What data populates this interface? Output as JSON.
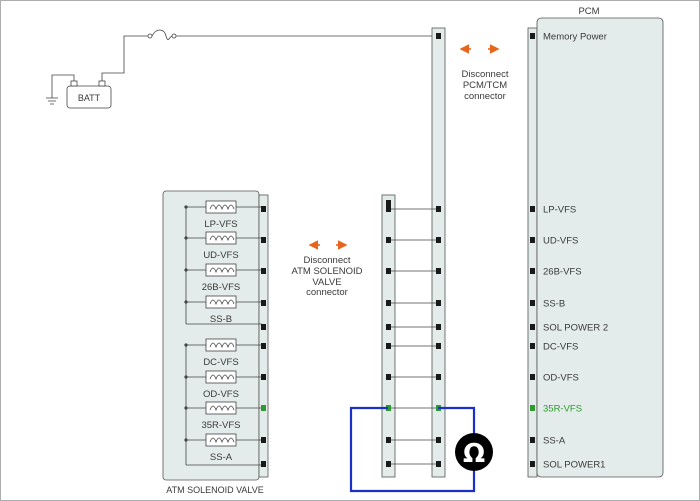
{
  "battery": {
    "label": "BATT"
  },
  "pcm": {
    "title": "PCM",
    "pins": [
      {
        "label": "Memory Power",
        "highlight": false
      },
      {
        "label": "LP-VFS",
        "highlight": false
      },
      {
        "label": "UD-VFS",
        "highlight": false
      },
      {
        "label": "26B-VFS",
        "highlight": false
      },
      {
        "label": "SS-B",
        "highlight": false
      },
      {
        "label": "SOL  POWER 2",
        "highlight": false
      },
      {
        "label": "DC-VFS",
        "highlight": false
      },
      {
        "label": "OD-VFS",
        "highlight": false
      },
      {
        "label": "35R-VFS",
        "highlight": true
      },
      {
        "label": "SS-A",
        "highlight": false
      },
      {
        "label": "SOL   POWER1",
        "highlight": false
      }
    ]
  },
  "notes": {
    "pcm_connector": [
      "Disconnect",
      "PCM/TCM",
      "connector"
    ],
    "solenoid_connector": [
      "Disconnect",
      "ATM SOLENOID",
      "VALVE",
      "connector"
    ]
  },
  "solenoid_valve": {
    "title": "ATM SOLENOID VALVE",
    "solenoids": [
      "LP-VFS",
      "UD-VFS",
      "26B-VFS",
      "SS-B",
      "DC-VFS",
      "OD-VFS",
      "35R-VFS",
      "SS-A"
    ]
  },
  "meter": {
    "symbol": "Ω"
  },
  "colors": {
    "panel_fill": "#e3ecea",
    "highlight": "#2f9a2f",
    "meter_wire": "#1b2fc9",
    "arrow": "#e8641b"
  }
}
